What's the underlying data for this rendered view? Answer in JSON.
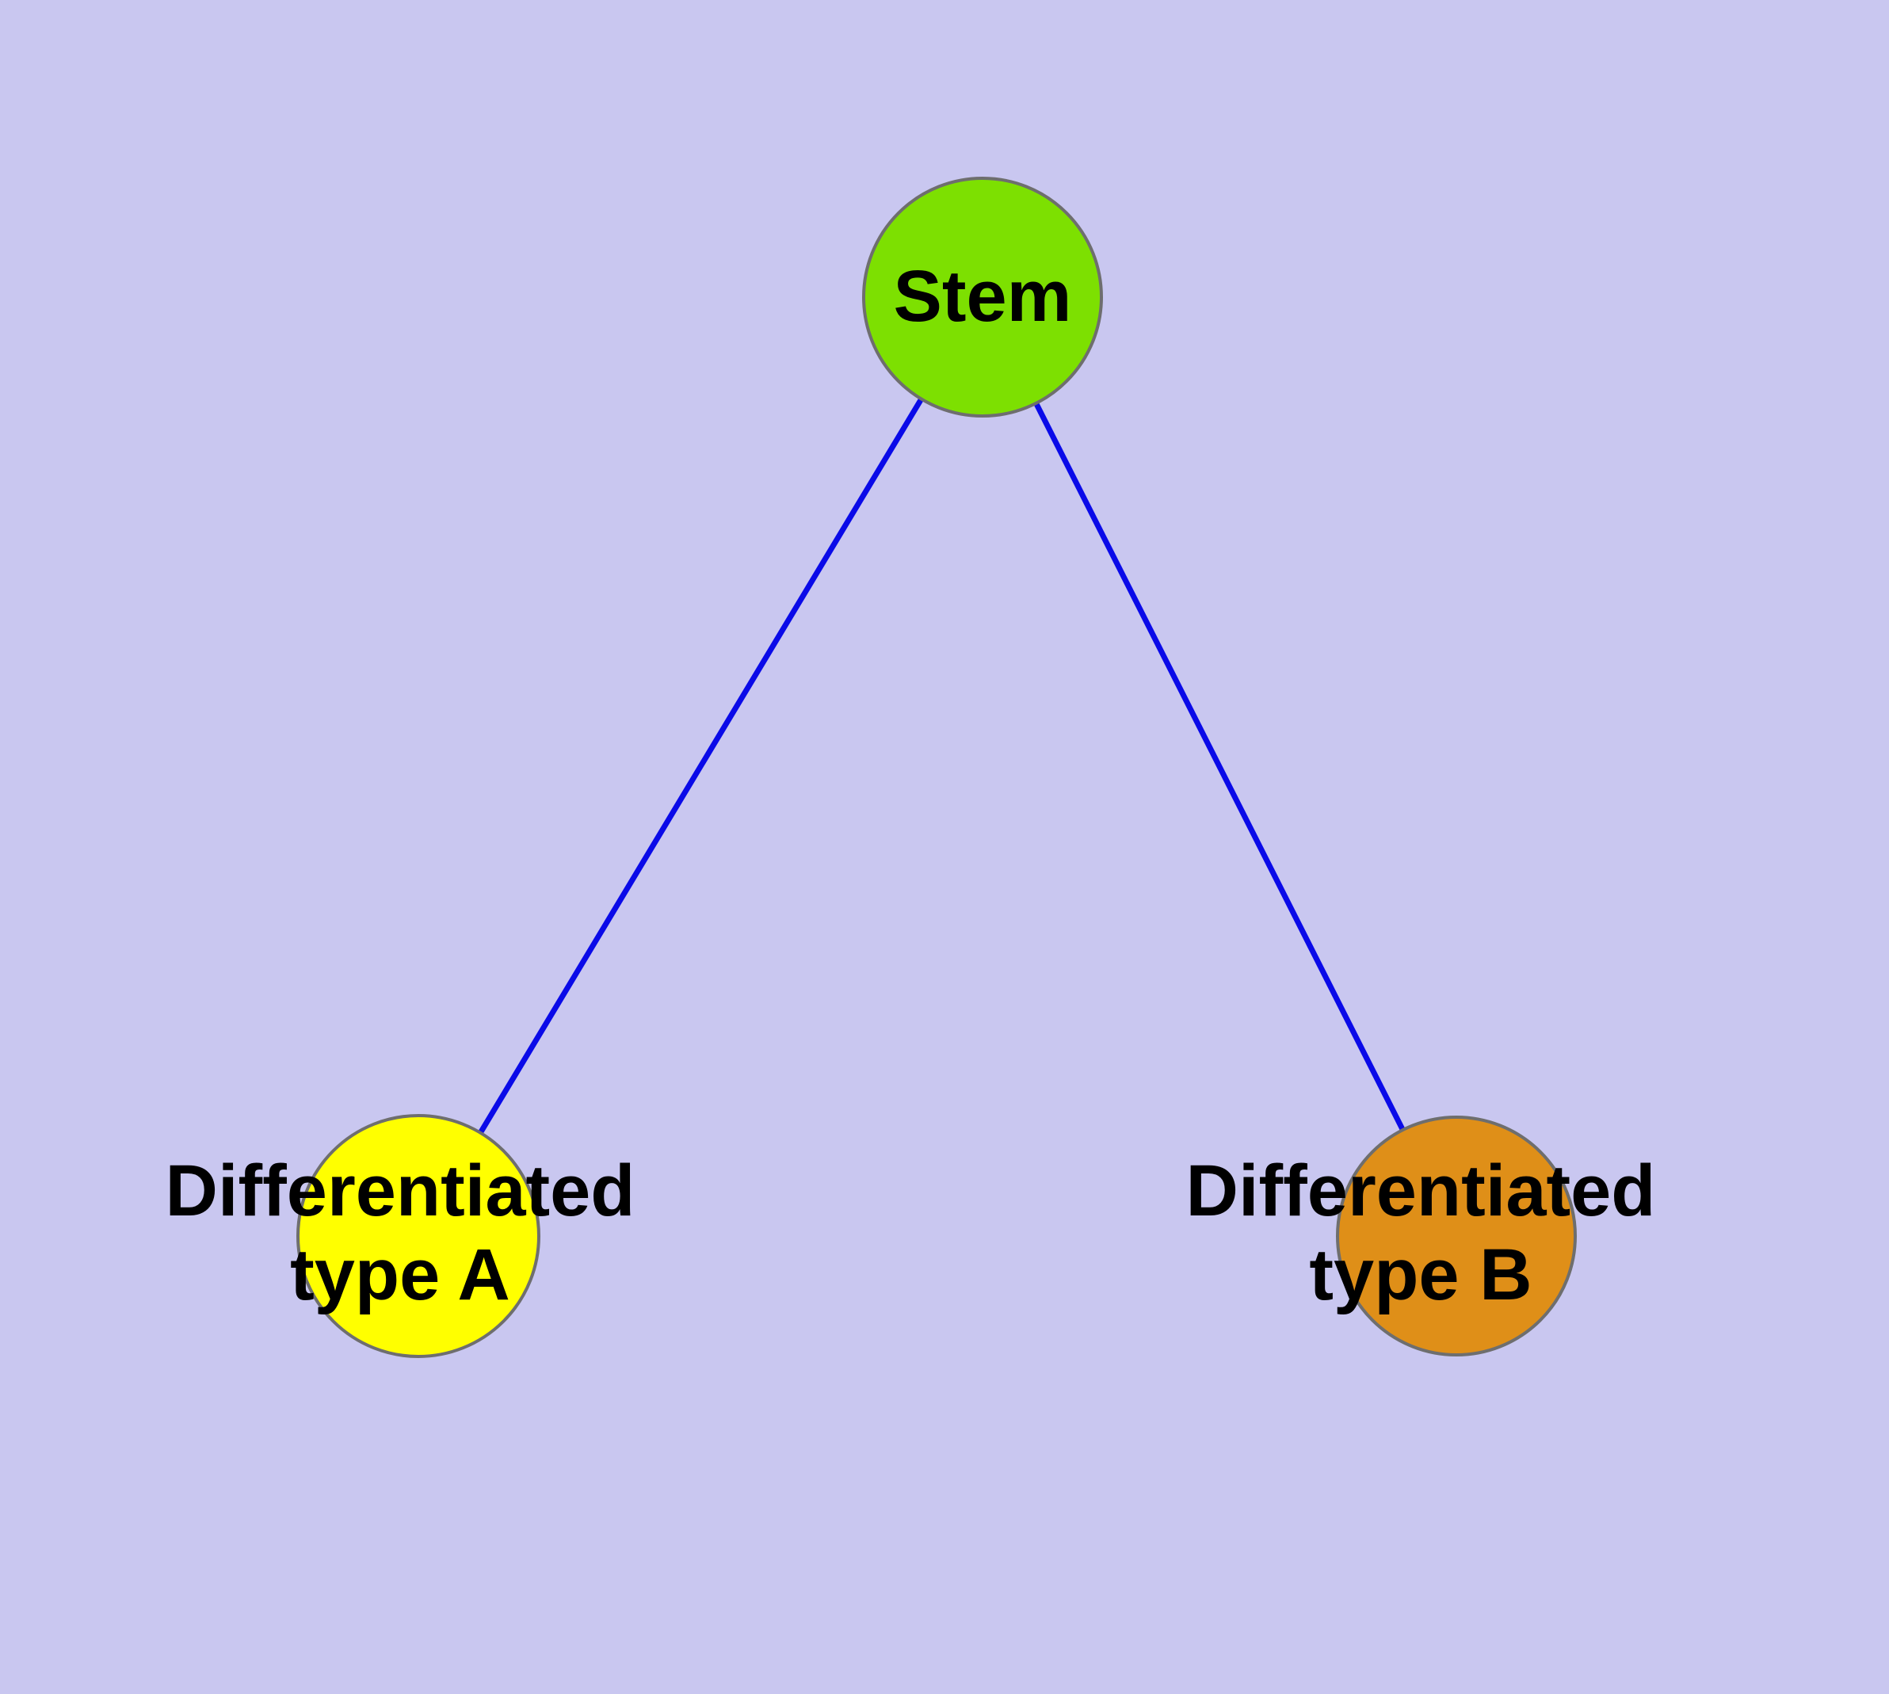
{
  "diagram": {
    "title": "",
    "background": "#c9c7f0",
    "edge_color": "#0a0ae8",
    "node_stroke": "#6e6e6e",
    "nodes": [
      {
        "id": "stem",
        "label": "Stem",
        "color": "#7de001"
      },
      {
        "id": "type-a",
        "label_line1": "Differentiated",
        "label_line2": "type A",
        "color": "#ffff00"
      },
      {
        "id": "type-b",
        "label_line1": "Differentiated",
        "label_line2": "type B",
        "color": "#df8f18"
      }
    ],
    "edges": [
      {
        "from": "stem",
        "to": "type-a"
      },
      {
        "from": "stem",
        "to": "type-b"
      }
    ]
  }
}
